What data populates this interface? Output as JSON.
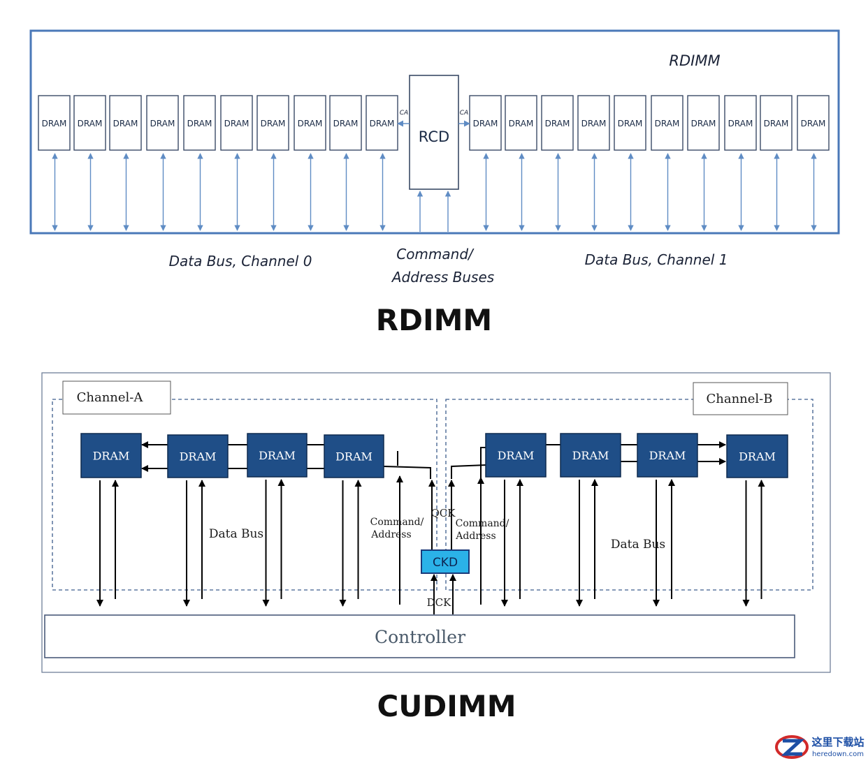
{
  "rdimm": {
    "module_label": "RDIMM",
    "dram_label": "DRAM",
    "rcd_label": "RCD",
    "ca_left": "CA",
    "ca_right": "CA",
    "bus_left": "Data Bus, Channel 0",
    "bus_center_1": "Command/",
    "bus_center_2": "Address Buses",
    "bus_right": "Data Bus, Channel 1",
    "caption": "RDIMM"
  },
  "cudimm": {
    "channel_a": "Channel-A",
    "channel_b": "Channel-B",
    "dram_label": "DRAM",
    "data_bus_left": "Data Bus",
    "data_bus_right": "Data Bus",
    "cmd_left_1": "Command/",
    "cmd_left_2": "Address",
    "cmd_right_1": "Command/",
    "cmd_right_2": "Address",
    "qck": "QCK",
    "dck": "DCK",
    "ckd": "CKD",
    "controller": "Controller",
    "caption": "CUDIMM"
  },
  "watermark": {
    "cn": "这里下载站",
    "url": "heredown.com"
  },
  "colors": {
    "rdimm_border": "#4a78b8",
    "rdimm_arrow": "#5f8cc4",
    "dram_fill": "#1f4e87",
    "ckd_fill": "#2bb2e8",
    "dash": "#3c5c8c"
  }
}
